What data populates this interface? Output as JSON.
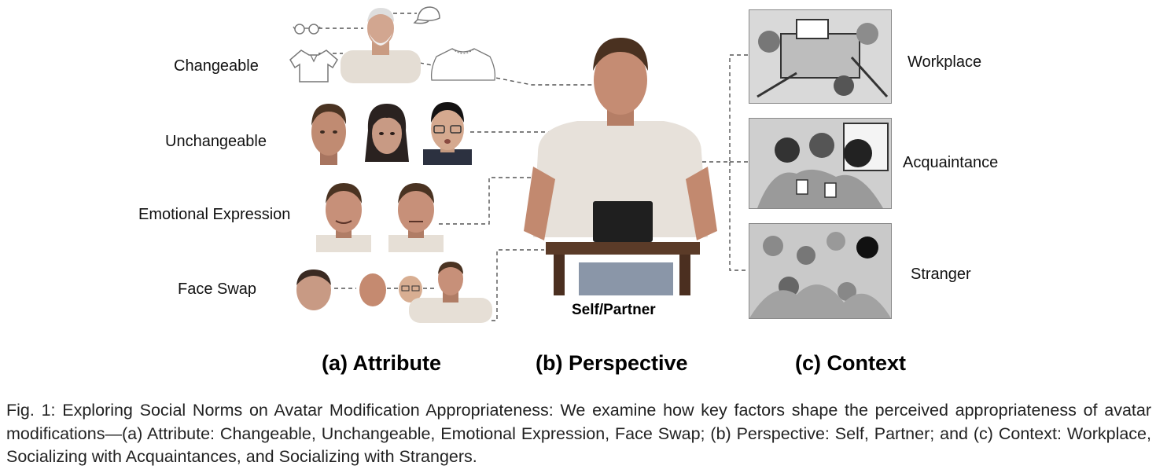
{
  "attribute": {
    "rows": [
      {
        "label": "Changeable"
      },
      {
        "label": "Unchangeable"
      },
      {
        "label": "Emotional Expression"
      },
      {
        "label": "Face Swap"
      }
    ],
    "panel_title": "(a) Attribute"
  },
  "perspective": {
    "figure_label": "Self/Partner",
    "panel_title": "(b) Perspective"
  },
  "context": {
    "items": [
      {
        "label": "Workplace"
      },
      {
        "label": "Acquaintance"
      },
      {
        "label": "Stranger"
      }
    ],
    "panel_title": "(c) Context"
  },
  "caption": "Fig. 1: Exploring Social Norms on Avatar Modification Appropriateness: We examine how key factors shape the perceived appropriateness of avatar modifications—(a) Attribute: Changeable, Unchangeable, Emotional Expression, Face Swap; (b) Perspective: Self, Partner; and (c) Context: Workplace, Socializing with Acquaintances, and Socializing with Strangers."
}
